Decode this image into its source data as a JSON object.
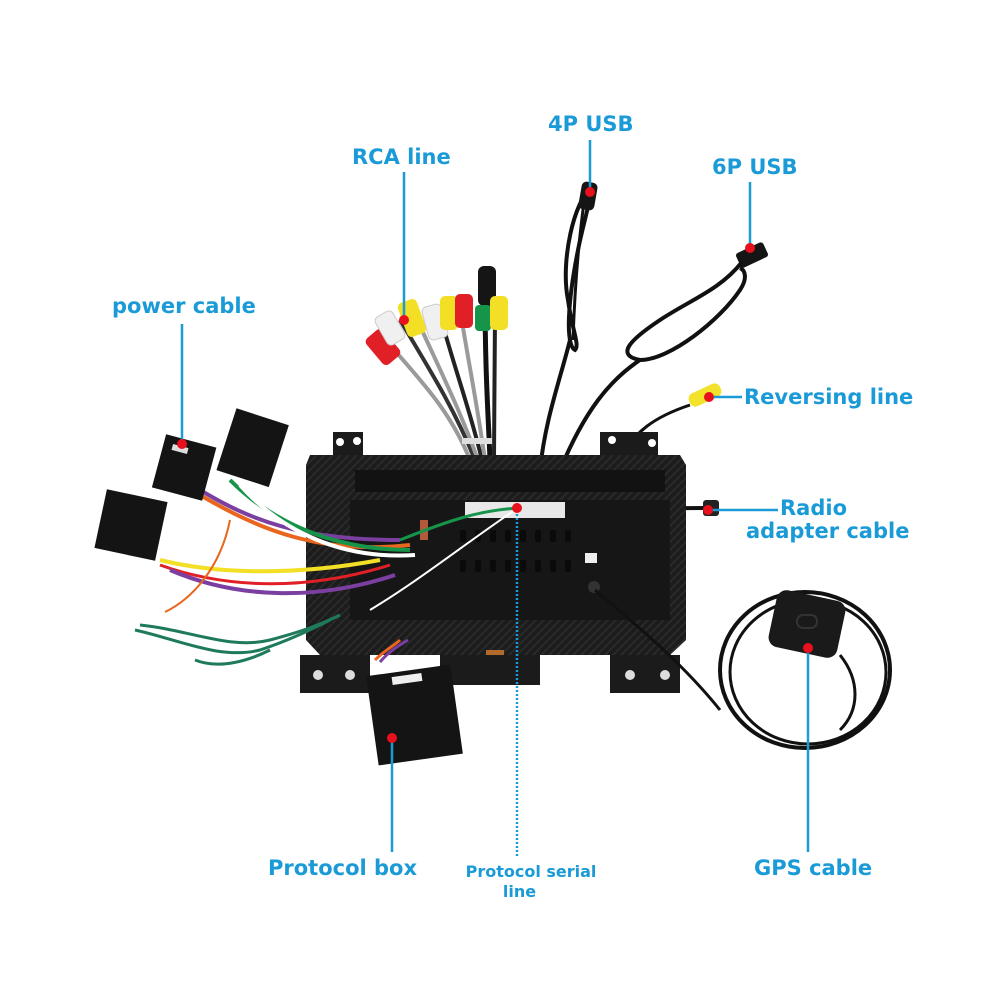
{
  "callouts": {
    "rca_line": "RCA line",
    "usb_4p": "4P USB",
    "usb_6p": "6P USB",
    "power_cable": "power cable",
    "reversing_line": "Reversing line",
    "radio_adapter_line1": "Radio",
    "radio_adapter_line2": "adapter cable",
    "protocol_box": "Protocol box",
    "protocol_serial_line1": "Protocol serial",
    "protocol_serial_line2": "line",
    "gps_cable": "GPS cable"
  },
  "colors": {
    "label": "#1a9ad6",
    "marker": "#e8101c",
    "unit_body": "#1b1b1b",
    "cable": "#111111"
  },
  "icons": {
    "marker": "red-dot-marker"
  }
}
